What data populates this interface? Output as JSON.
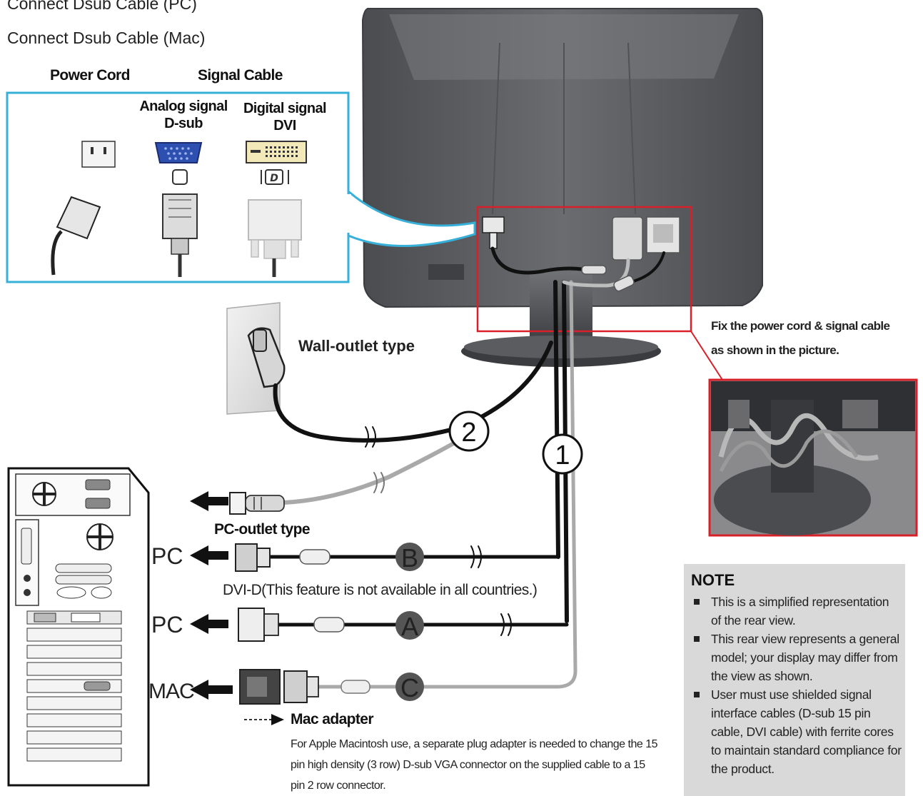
{
  "header": {
    "line1": "Connect Dsub Cable (PC)",
    "line2": "Connect Dsub Cable (Mac)"
  },
  "inset": {
    "power_cord": "Power Cord",
    "signal_cable": "Signal Cable",
    "analog_line1": "Analog signal",
    "analog_line2": "D-sub",
    "digital_line1": "Digital signal",
    "digital_line2": "DVI"
  },
  "labels": {
    "wall_outlet": "Wall-outlet type",
    "pc_outlet": "PC-outlet type",
    "dvi_note": "DVI-D(This feature is not available in all countries.)",
    "fix_line1": "Fix the power cord & signal cable",
    "fix_line2": "as shown in the picture.",
    "step1": "1",
    "step2": "2",
    "cable_a": "A",
    "cable_b": "B",
    "cable_c": "C",
    "pc1": "PC",
    "pc2": "PC",
    "mac": "MAC",
    "mac_adapter": "Mac adapter",
    "mac_desc": "For Apple Macintosh use, a  separate plug adapter is needed to change the 15 pin high density (3 row) D-sub VGA connector on the supplied cable to a 15 pin  2 row connector."
  },
  "note": {
    "title": "NOTE",
    "items": [
      "This is a simplified representation of the rear view.",
      "This rear view represents a general model; your display may differ from the view as shown.",
      "User must use shielded signal interface cables (D-sub 15 pin cable, DVI cable) with ferrite cores to maintain standard compliance for the product."
    ]
  },
  "colors": {
    "inset_border": "#36b0d8",
    "highlight_border": "#d8202a",
    "monitor_body": "#5c5e62",
    "note_background": "#d9d9d9",
    "cable_gray": "#a9a9a9"
  }
}
